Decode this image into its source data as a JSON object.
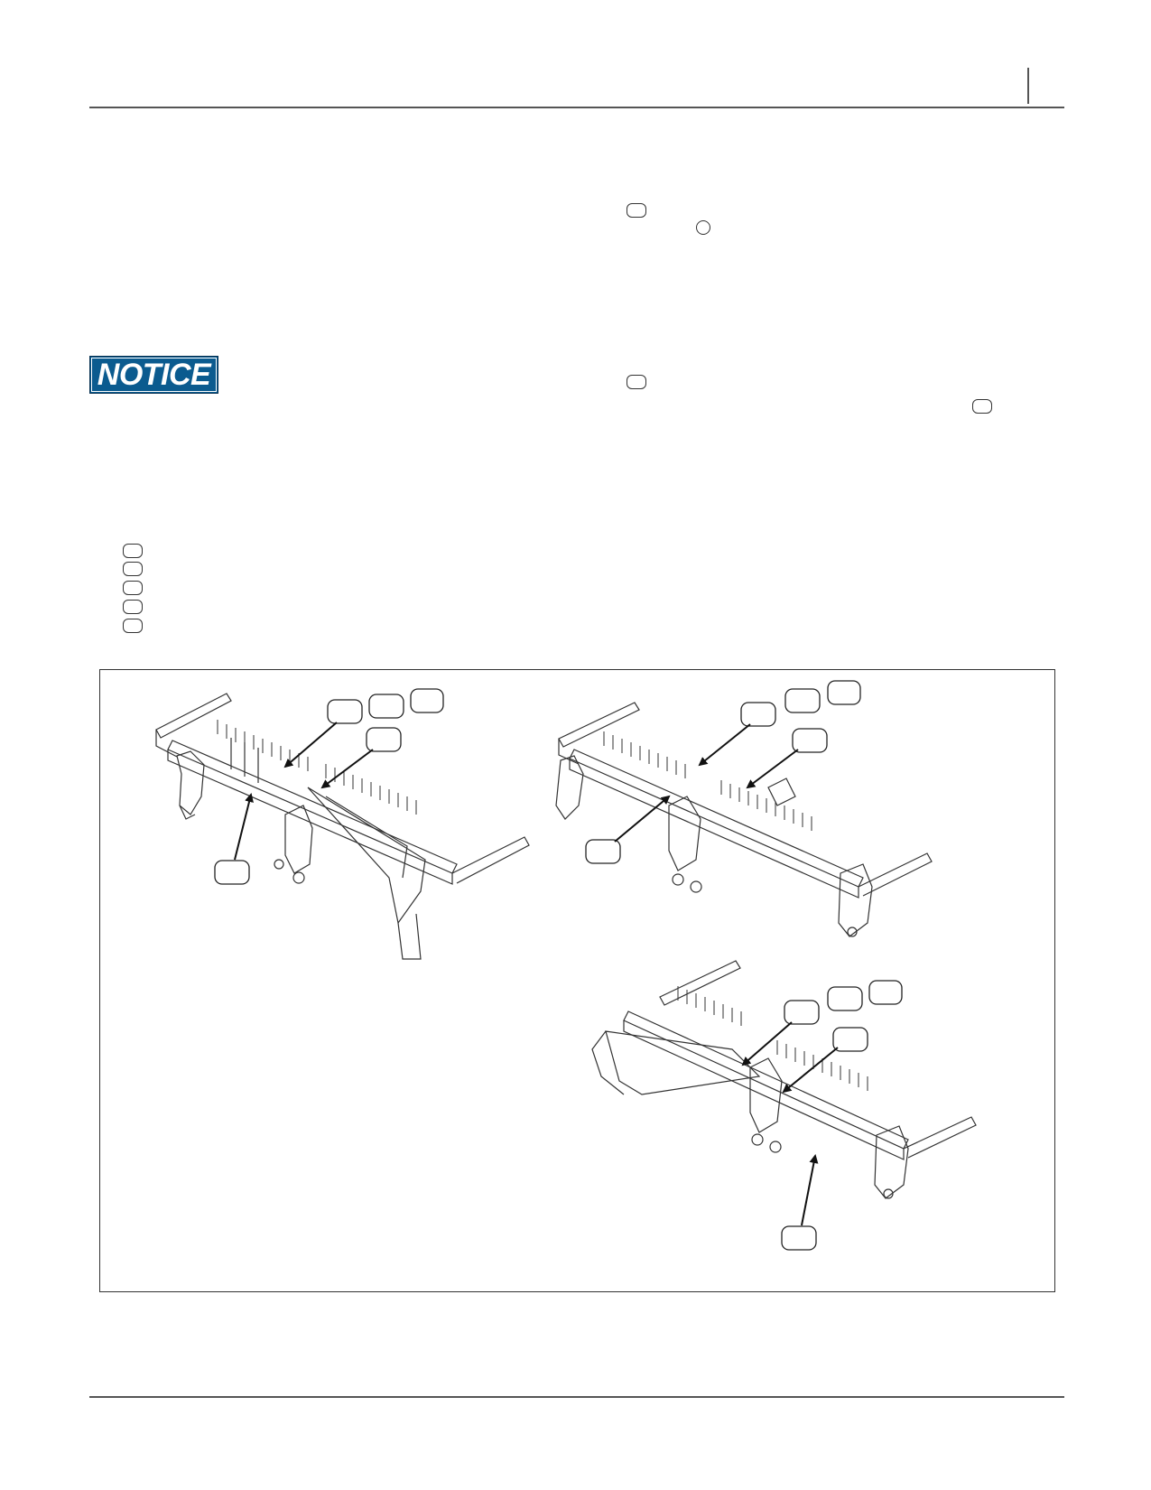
{
  "header": {
    "title": "",
    "page_marker": ""
  },
  "notice": {
    "label": "NOTICE"
  },
  "figure": {
    "caption": "",
    "views": [
      {
        "name": "left-toolbar-view"
      },
      {
        "name": "right-upper-toolbar-view"
      },
      {
        "name": "right-lower-toolbar-view"
      }
    ]
  },
  "colors": {
    "notice_background": "#0b5b8f",
    "line": "#333333"
  }
}
